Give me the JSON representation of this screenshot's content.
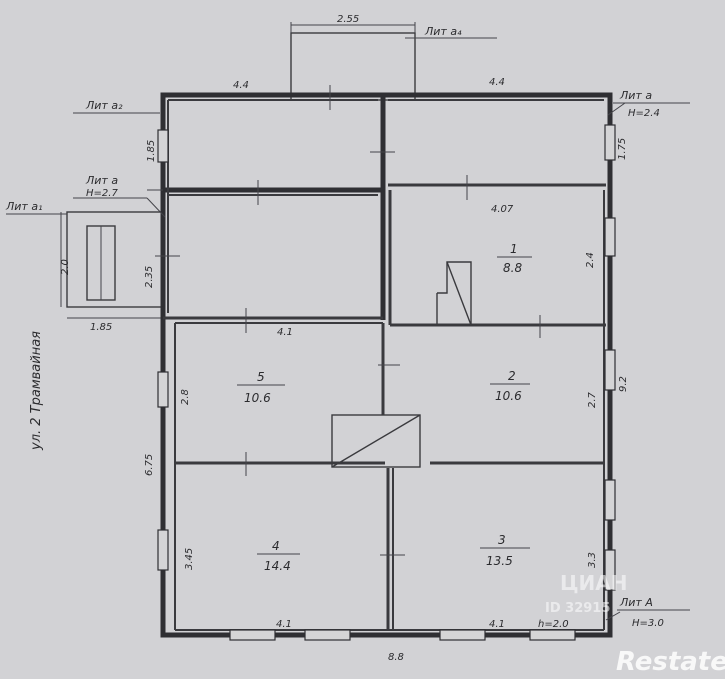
{
  "plan": {
    "street": "ул. 2 Трамвайная",
    "liter_labels": {
      "a4": "Лит а₄",
      "a2": "Лит а₂",
      "a_h": "Лит а",
      "a_h_height": "Н=2.7",
      "a1": "Лит а₁",
      "a_main": "Лит а",
      "a_main_height": "Н=2.4",
      "A": "Лит А",
      "A_height": "Н=3.0"
    },
    "dimensions": {
      "top_porch": "2.55",
      "top_left": "4.4",
      "top_right": "4.4",
      "left_upper": "1.85",
      "right_upper": "1.75",
      "left_mid": "2.35",
      "porch_side": "2.0",
      "porch_bottom": "1.85",
      "room1_top": "4.07",
      "room1_right": "2.4",
      "room5_top": "4.1",
      "room5_left": "2.8",
      "room2_right": "2.7",
      "right_total": "9.2",
      "left_total": "6.75",
      "room4_left": "3.45",
      "room3_right": "3.3",
      "room4_bottom": "4.1",
      "room3_bottom": "4.1",
      "height_note": "h=2.0",
      "bottom_total": "8.8"
    },
    "rooms": [
      {
        "num": "1",
        "area": "8.8"
      },
      {
        "num": "2",
        "area": "10.6"
      },
      {
        "num": "3",
        "area": "13.5"
      },
      {
        "num": "4",
        "area": "14.4"
      },
      {
        "num": "5",
        "area": "10.6"
      }
    ]
  },
  "watermarks": {
    "cian": "ЦИАН",
    "id": "ID 32915",
    "restate": "Restate"
  },
  "colors": {
    "paper": "#d4d4d6",
    "ink": "#2f2f33"
  }
}
